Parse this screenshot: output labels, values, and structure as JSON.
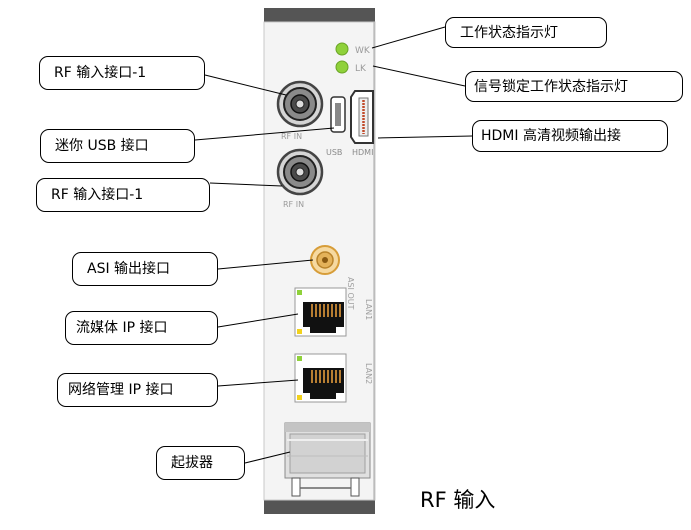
{
  "device": {
    "panel_labels": {
      "wk": "WK",
      "lk": "LK",
      "usb": "USB",
      "hdmi": "HDMI",
      "rf_in_top": "RF IN",
      "rf_in_bottom": "RF IN",
      "asi_out": "ASI OUT",
      "lan1": "LAN1",
      "lan2": "LAN2"
    },
    "led_color": "#8fd13a",
    "panel_color": "#f4f4f4",
    "rail_color": "#555555"
  },
  "callouts": {
    "work_status_led": "工作状态指示灯",
    "signal_lock_led": "信号锁定工作状态指示灯",
    "rf_input_1_top": "RF  输入接口-1",
    "mini_usb": "迷你 USB  接口",
    "hdmi_output": "HDMI  高清视频输出接",
    "rf_input_1_bottom": "RF  输入接口-1",
    "asi_output": "ASI  输出接口",
    "streaming_ip": "流媒体  IP  接口",
    "network_mgmt_ip": "网络管理  IP  接口",
    "ejector": "起拔器"
  },
  "caption": "RF 输入"
}
